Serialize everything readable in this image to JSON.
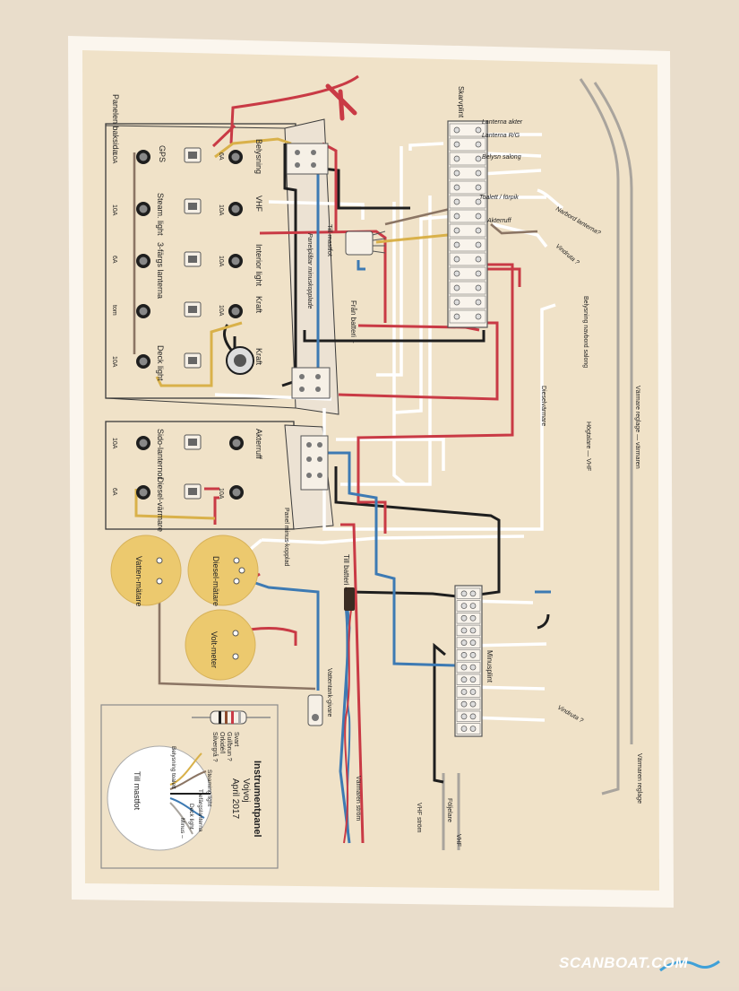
{
  "colors": {
    "paper": "#f0e2c8",
    "paper_border": "#fbf6ee",
    "background": "#e8dccb",
    "red": "#c93a45",
    "blue": "#3d7ab3",
    "black": "#1e1e1e",
    "white": "#ffffff",
    "grey": "#a9a49d",
    "brown": "#8b7564",
    "yellow": "#d9b14a",
    "gauge_fill": "#ecc96e"
  },
  "diagram": {
    "title": "Instrumentpanel",
    "subtitle": "Vojvoj",
    "date": "April 2017",
    "panel_back_label": "Panelen baksida",
    "nodes": {
      "gps": "GPS",
      "steaming_light": "Steam. light",
      "sjus_lanterna": "3-färgs lanterna",
      "deck_light": "Deck light",
      "belysning": "Belysning",
      "vhf": "VHF",
      "interior_light": "Interior light",
      "kraft1": "Kraft",
      "kraft2": "Kraft",
      "sidolanternor": "Sido-lanternor",
      "akterruff": "Akterruff",
      "dieselvarmare": "Diesel-värmare",
      "till_mastfot": "Till mastfot",
      "fran_batteri": "Från batteri +",
      "panel_minus_label": "Panelplåtar minuskopplade",
      "panel_minus_label2": "Panel minus-kopplad",
      "vattenmatare": "Vatten-mätare",
      "dieselmatare": "Diesel-mätare",
      "voltmeter": "Volt-meter",
      "till_batteri": "Till batteri –",
      "vattentank_givare": "Vattentank-givare",
      "skarvplint": "Skarvplint",
      "minusplint": "Minusplint"
    },
    "fuses_top": [
      "10A",
      "10A",
      "6A",
      "tom",
      "10A"
    ],
    "fuses_top_right": [
      "6A",
      "10A",
      "10A",
      "10A"
    ],
    "fuses_bottom": [
      "10A",
      "6A"
    ],
    "fuses_bottom_right": [
      "10A"
    ],
    "skarvplint_outputs": [
      "Lanterna akter",
      "Lanterna R/G",
      "Belysn salong",
      "Toalett / förpik",
      "Akterruff",
      "Narbord lanterna?",
      "Vindruta ?"
    ],
    "minusplint_outputs": [
      "Vindruta ?"
    ],
    "side_labels": {
      "belysning_navbord": "Belysning navbord salong",
      "dieselvarmare_side": "Dieselvärmare",
      "hogtalare_vhf": "Högtalare — VHF",
      "varmare_reglage": "Värmare reglage — värmaren",
      "varmaren_reglage_bottom": "Värmaren reglage",
      "varmaren_strom": "Värmaren ström",
      "vhf_strom": "VHF ström",
      "vhf_bottom": "VHF",
      "foljelare": "Följelare"
    },
    "resistor_legend": [
      "Svart",
      "Gul/brun ?",
      "Orkidé/l",
      "Silvergrå ?"
    ],
    "mast_legend": [
      "Belysning toalett",
      "Steaming light",
      "Trefärgslanterna",
      "Deck light",
      "Minus –"
    ]
  },
  "watermark": "SCANBOAT.COM"
}
